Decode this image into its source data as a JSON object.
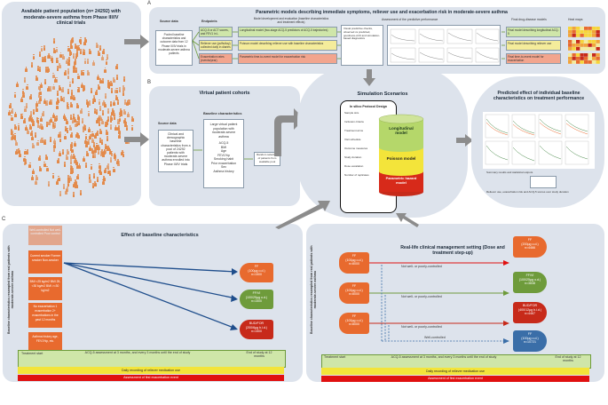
{
  "panel_tags": {
    "a": "A",
    "b": "B",
    "c": "C"
  },
  "population": {
    "title": "Available patient population (n= 24292) with moderate-severe asthma from Phase III/IV clinical trials"
  },
  "panel_a": {
    "title": "Parametric models describing immediate symptoms, reliever use and exacerbation risk in moderate-severe asthma",
    "col_source": "Source data",
    "col_endpoints": "Endpoints",
    "col_model": "Model development and evaluation (baseline characteristics and treatment effects)",
    "col_assessment": "Assessment of the predictive performance",
    "col_final": "Final drug-disease models",
    "col_heat": "Heat maps",
    "source_text": "Pooled baseline characteristics and outcome data from 12 Phase III/IV trials in moderate-severe asthma patients",
    "endpoints": [
      "ACQ-5 or ACT scores, and FEV1 in L",
      "Reliever use (puffs/day) collected daily in diaries",
      "Exacerbation rates (events/year)"
    ],
    "models": [
      "Longitudinal model (two-stage ACQ-5 predictors of ACQ-5 trajectories)",
      "Poisson model describing reliever use with baseline characteristics",
      "Parametric time-to-event model for exacerbation risk"
    ],
    "finals": [
      "Final model describing longitudinal ACQ-5",
      "Final model describing reliever use",
      "Final time-to-event model for exacerbation"
    ],
    "heat_labels": [
      "",
      "",
      ""
    ]
  },
  "panel_b": {
    "title": "Virtual patient cohorts",
    "source_label": "Source data",
    "baseline_label": "Baseline characteristics",
    "source_text": "Clinical and demographic baseline characteristics from a pool of 24292 patients with moderate-severe asthma enrolled into Phase III/IV trials",
    "baseline_text": "Large virtual patient population with moderate-severe asthma",
    "baseline_list": [
      "ACQ-5",
      "BMI",
      "Age",
      "FEV1%p",
      "Smoking habit",
      "Prior exacerbation",
      "Sex",
      "Asthma history"
    ],
    "random_text": "Random selection of patients from available pool"
  },
  "scenarios": {
    "title": "Simulation Scenarios",
    "protocol_title": "In silico Protocol Design",
    "protocol_lines": [
      "Sample size",
      "Inclusion criteria",
      "Treatment arms",
      "Visit schedule",
      "Outcome measures",
      "Study duration",
      "Dose escalation",
      "Number of replicates"
    ],
    "models": [
      "Longitudinal model",
      "Poisson model",
      "Parametric hazard model"
    ]
  },
  "predicted": {
    "title": "Predicted effect of individual baseline characteristics on treatment performance",
    "caption1": "Summary results and statistical outputs",
    "caption2": "Reliever use, exacerbation risk and ACQ-5 scores over study duration"
  },
  "panel_c_left": {
    "title": "Effect of baseline characteristics",
    "side_label": "Baseline characteristics resampled from real patients with moderate-severe asthma",
    "chips": [
      "Well-controlled Not well-controlled Poor control",
      "Current smoker Former smoker Non-smoker",
      "BMI <25 kg/m2 BMI 25-<30 kg/m2 BMI >=30 kg/m2",
      "No exacerbation 1 exacerbation 2+ exacerbations in the past 12 months",
      "Asthma history age, FEV1%p, etc."
    ],
    "arms": [
      {
        "drug": "FF",
        "dose": "(100µg o.d.)",
        "n": "n=1500"
      },
      {
        "drug": "FF/VI",
        "dose": "(100/25µg o.d.)",
        "n": "n=1500"
      },
      {
        "drug": "BUD/FOR",
        "dose": "(200/6µg b.i.d.)",
        "n": "n=1500"
      }
    ],
    "treatment_start": "Treatment start",
    "assessment": "ACQ-5 assessment at 3 months, and every 3 months until the end of study",
    "end_study": "End of study at 12 months",
    "bar1": "Daily recording of reliever medication use",
    "bar2": "Assessment of first exacerbation event"
  },
  "panel_c_right": {
    "title": "Real-life clinical management setting (Dose and treatment step-up)",
    "side_label": "Baseline characteristics resampled from real patients with moderate-severe asthma",
    "left_arms": [
      {
        "drug": "FF",
        "dose": "(100µg o.d.)",
        "n": "n=8000"
      },
      {
        "drug": "FF",
        "dose": "(100µg o.d.)",
        "n": "n=8000"
      },
      {
        "drug": "FF",
        "dose": "(100µg o.d.)",
        "n": "n=8000"
      }
    ],
    "right_arms": [
      {
        "drug": "FF",
        "dose": "(200µg o.d.)",
        "n": "n=4466"
      },
      {
        "drug": "FF/VI",
        "dose": "(100/25µg o.d.)",
        "n": "n=3838"
      },
      {
        "drug": "BUD/FOR",
        "dose": "(400/12µg b.i.d.)",
        "n": "n=4467"
      },
      {
        "drug": "FF",
        "dose": "(100µg o.d.)",
        "n": "n=10721"
      }
    ],
    "arrow_labels": [
      "Not well- or poorly-controlled",
      "Not well- or poorly-controlled",
      "Not well- or poorly-controlled",
      "Well-controlled"
    ],
    "treatment_start": "Treatment start",
    "assessment": "ACQ-5 assessment at 3 months, and every 3 months until the end of study",
    "end_study": "End of study at 12 months",
    "bar1": "Daily recording of reliever medication use",
    "bar2": "Assessment of first exacerbation event"
  },
  "colors": {
    "panel": "#dde3ec",
    "orange": "#e86a2e",
    "green": "#6e9b3b",
    "red": "#c72a1a",
    "blue": "#3a6ea8",
    "yellow": "#f3e43a"
  }
}
